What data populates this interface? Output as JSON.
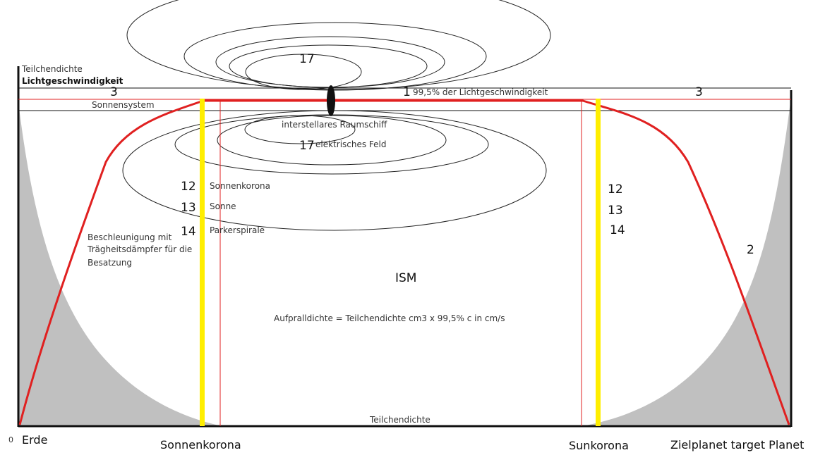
{
  "labels": {
    "particle_density_axis": "Teilchendichte",
    "light_speed_axis": "Lichtgeschwindigkeit",
    "solar_system": "Sonnensystem",
    "light_speed_995": "99,5% der Lichtgeschwindigkeit",
    "interstellar_ship": "interstellares Raumschiff",
    "electric_field": "elektrisches Feld",
    "solar_corona": "Sonnenkorona",
    "sun": "Sonne",
    "parker_spiral": "Parkerspirale",
    "acceleration": [
      "Beschleunigung mit",
      "Trägheitsdämpfer für die",
      "Besatzung"
    ],
    "ism": "ISM",
    "impact_density": "Aufpralldichte = Teilchendichte cm3 x 99,5% c in cm/s",
    "bottom_density": "Teilchendichte",
    "zero": "0",
    "earth": "Erde",
    "corona_left": "Sonnenkorona",
    "corona_right": "Sunkorona",
    "target_planet": "Zielplanet target Planet"
  },
  "numbers": {
    "n17_top": "17",
    "n17_field": "17",
    "n1": "1",
    "n3_left": "3",
    "n3_right": "3",
    "n12_left": "12",
    "n13_left": "13",
    "n14_left": "14",
    "n12_right": "12",
    "n13_right": "13",
    "n14_right": "14",
    "n2": "2"
  },
  "colors": {
    "velocity_curve": "#e02020",
    "corona_bar": "#ffee00",
    "density_fill": "#c0c0c0",
    "frame": "#111111",
    "field_lines": "#222222"
  }
}
